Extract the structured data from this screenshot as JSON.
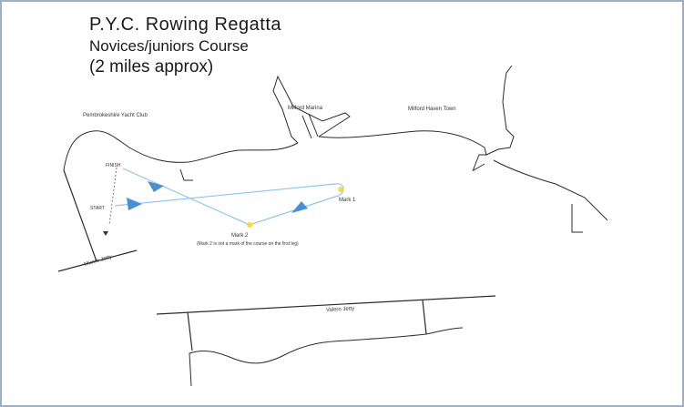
{
  "title": {
    "line1": "P.Y.C. Rowing Regatta",
    "line2": "Novices/juniors Course",
    "line3": "(2 miles approx)"
  },
  "places": {
    "yacht_club": "Pembrokeshire Yacht Club",
    "marina": "Milford Marina",
    "town": "Milford Haven Town",
    "munro_jetty": "Munro Jetty",
    "valero_jetty": "Valero Jetty"
  },
  "course": {
    "finish": "FINISH",
    "start": "START",
    "mark1": "Mark 1",
    "mark2": "Mark 2",
    "note": "(Mark 2 is not a mark of the course on the first leg)"
  },
  "colors": {
    "course_line": "#8cc8ec",
    "arrow": "#4a8fd4",
    "mark": "#f4de3c",
    "coast": "#2b2b2b"
  }
}
